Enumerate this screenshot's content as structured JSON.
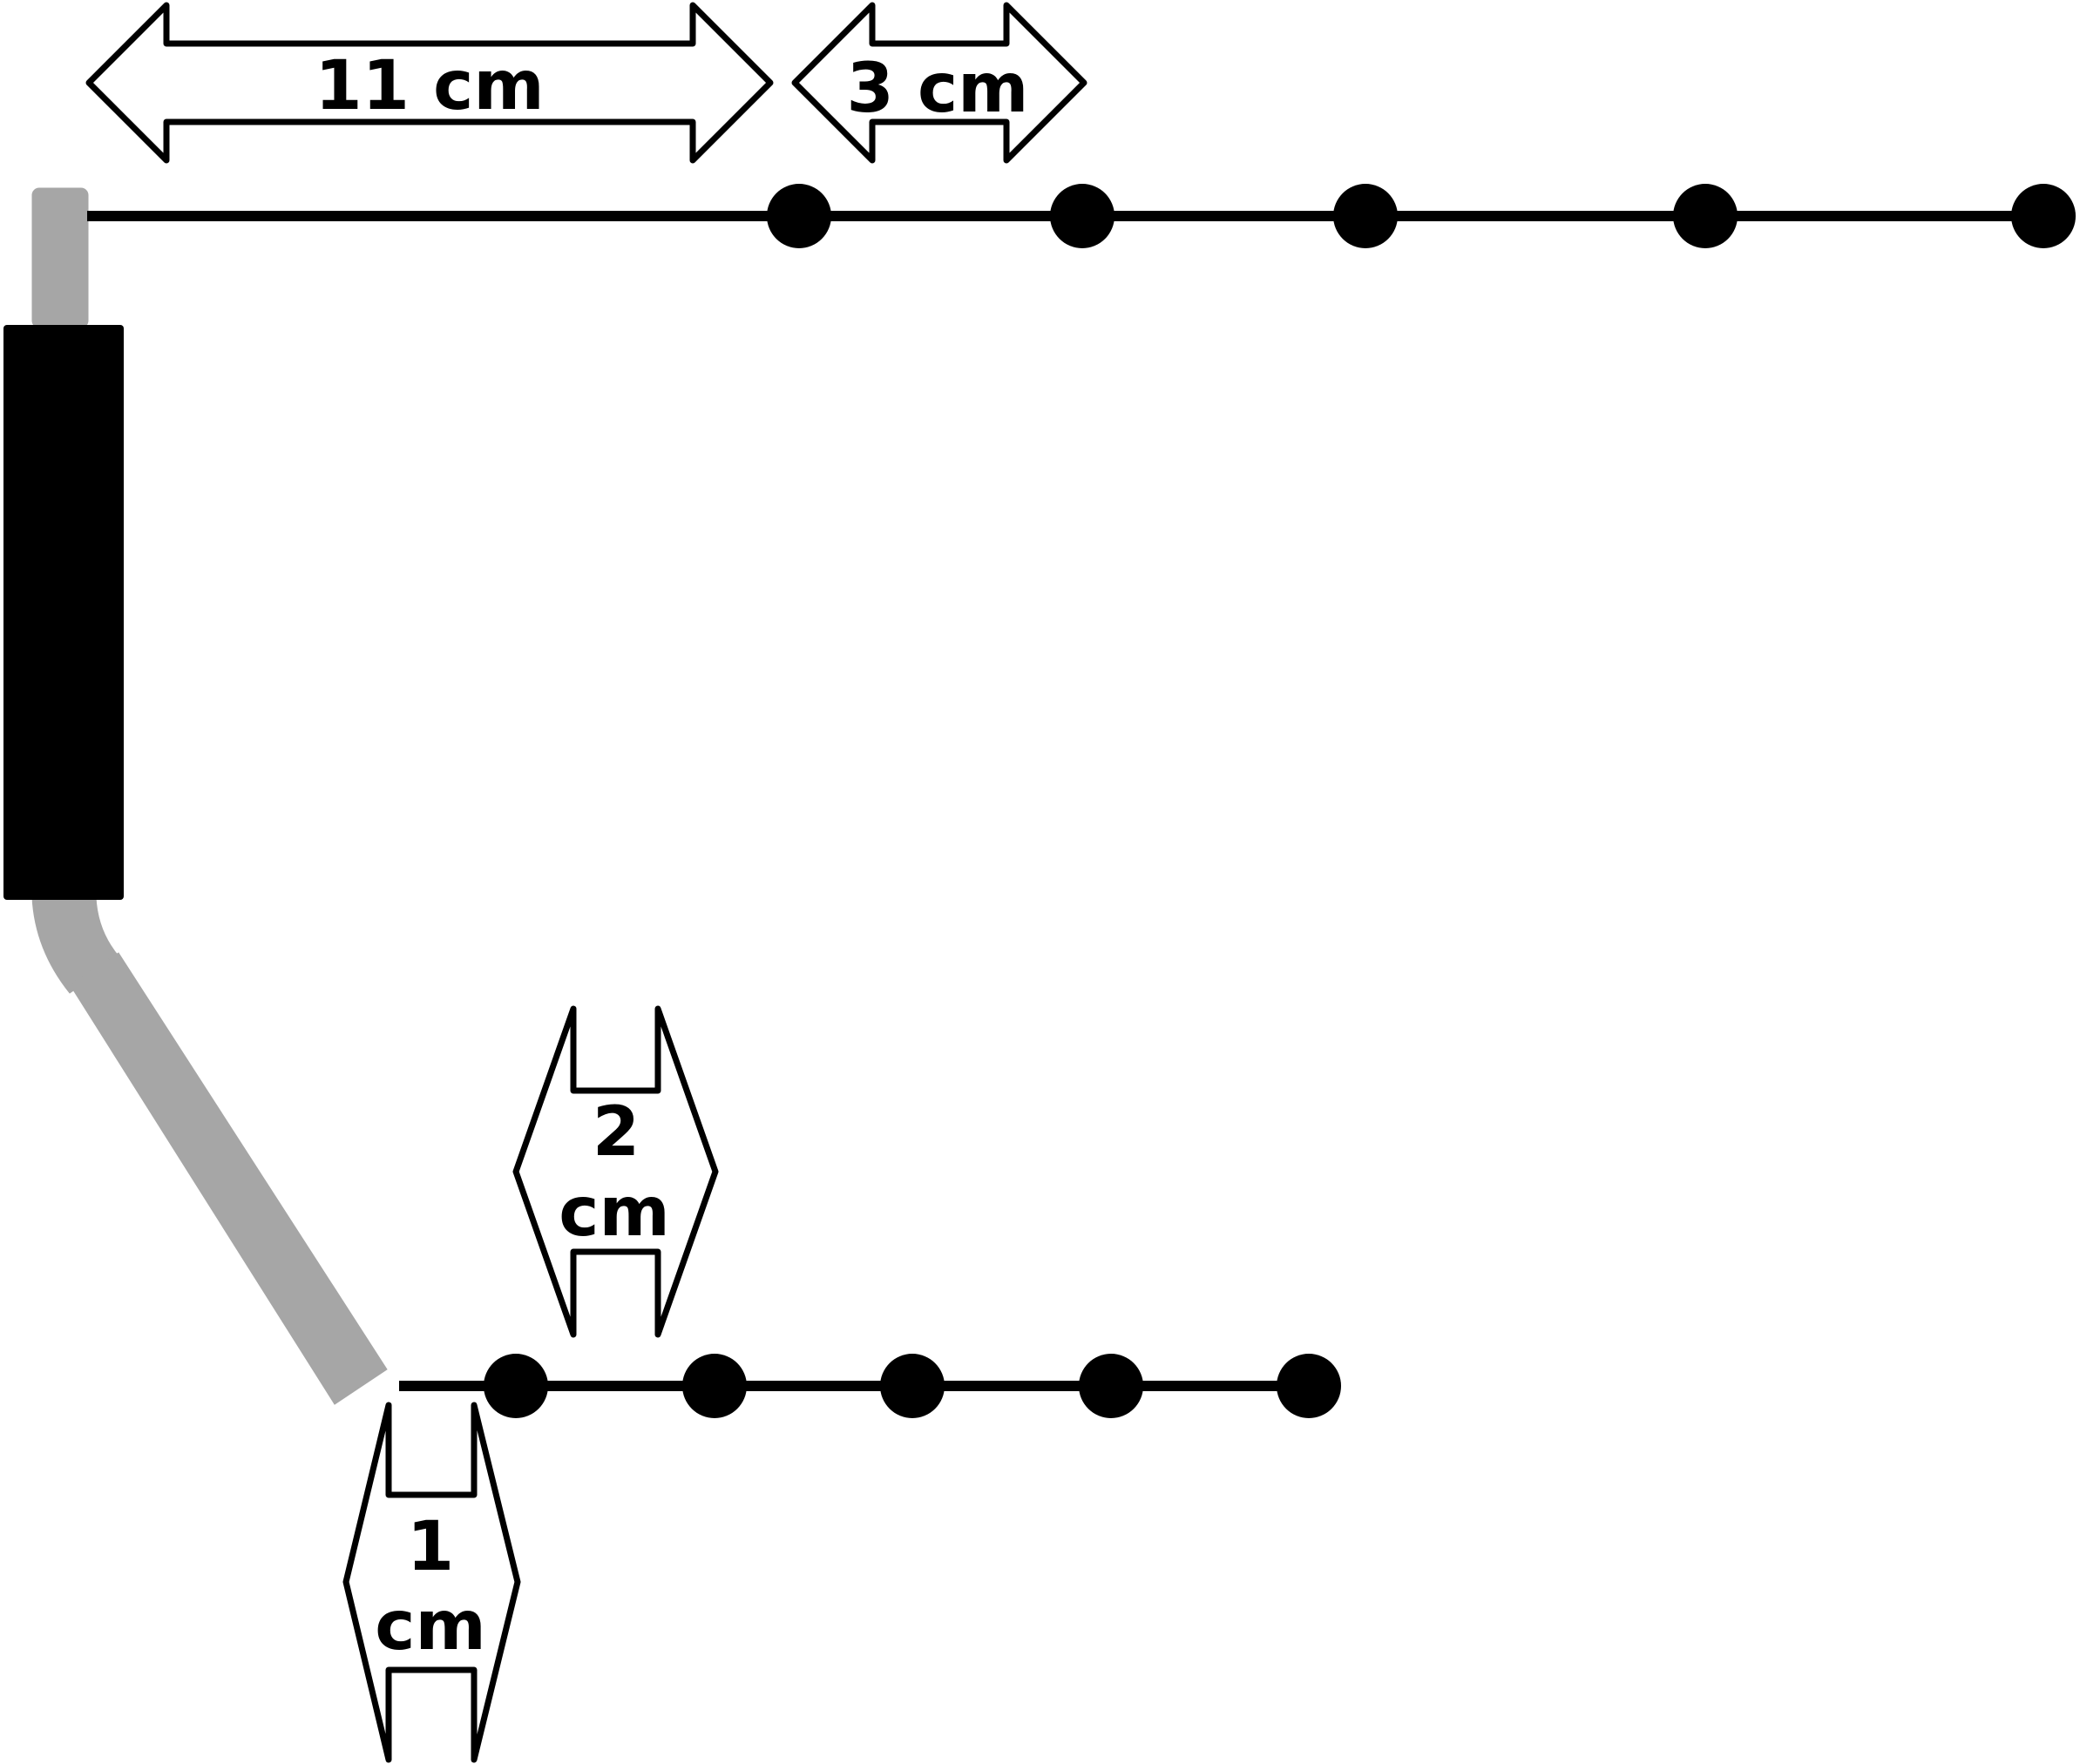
{
  "dimensions": {
    "top_long": "11 cm",
    "top_short": "3 cm",
    "bottom_upper_line1": "2",
    "bottom_upper_line2": "cm",
    "bottom_lower_line1": "1",
    "bottom_lower_line2": "cm"
  },
  "colors": {
    "lead": "#a6a6a6",
    "body": "#000000",
    "outline": "#000000",
    "fill": "#ffffff"
  }
}
